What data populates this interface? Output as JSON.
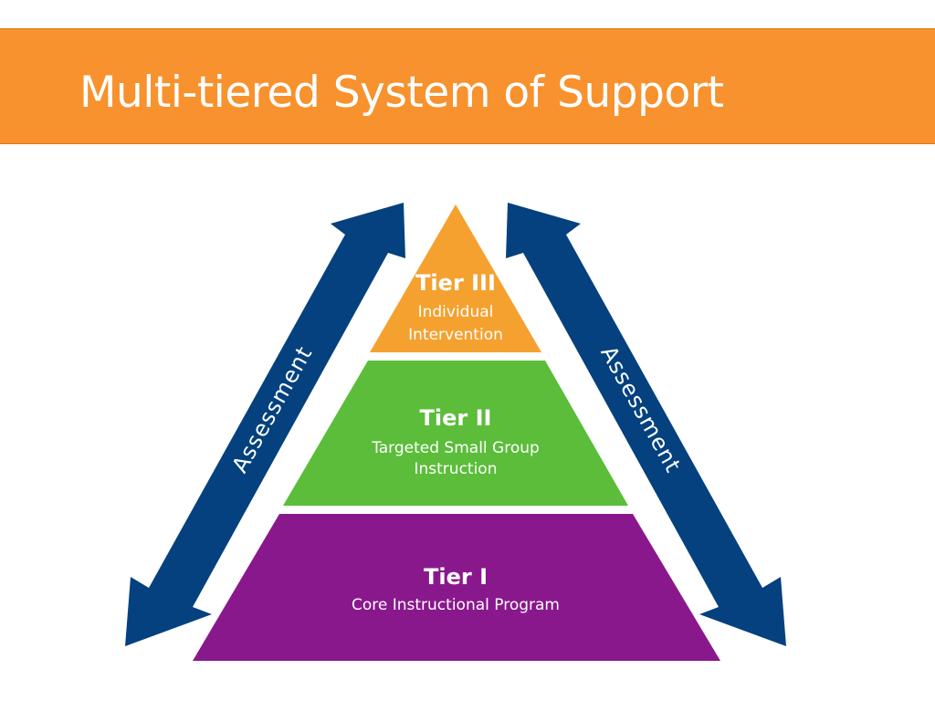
{
  "title": "Multi-tiered System of Support",
  "colors": {
    "title_bar": "#f7922e",
    "tier3": "#f5a12f",
    "tier2": "#5bbd3a",
    "tier1": "#8a188d",
    "arrow": "#04417e"
  },
  "tiers": [
    {
      "name": "Tier III",
      "lines": [
        "Individual",
        "Intervention"
      ]
    },
    {
      "name": "Tier II",
      "lines": [
        "Targeted Small Group",
        "Instruction"
      ]
    },
    {
      "name": "Tier I",
      "lines": [
        "Core Instructional Program"
      ]
    }
  ],
  "arrows": {
    "left_label": "Assessment",
    "right_label": "Assessment"
  }
}
